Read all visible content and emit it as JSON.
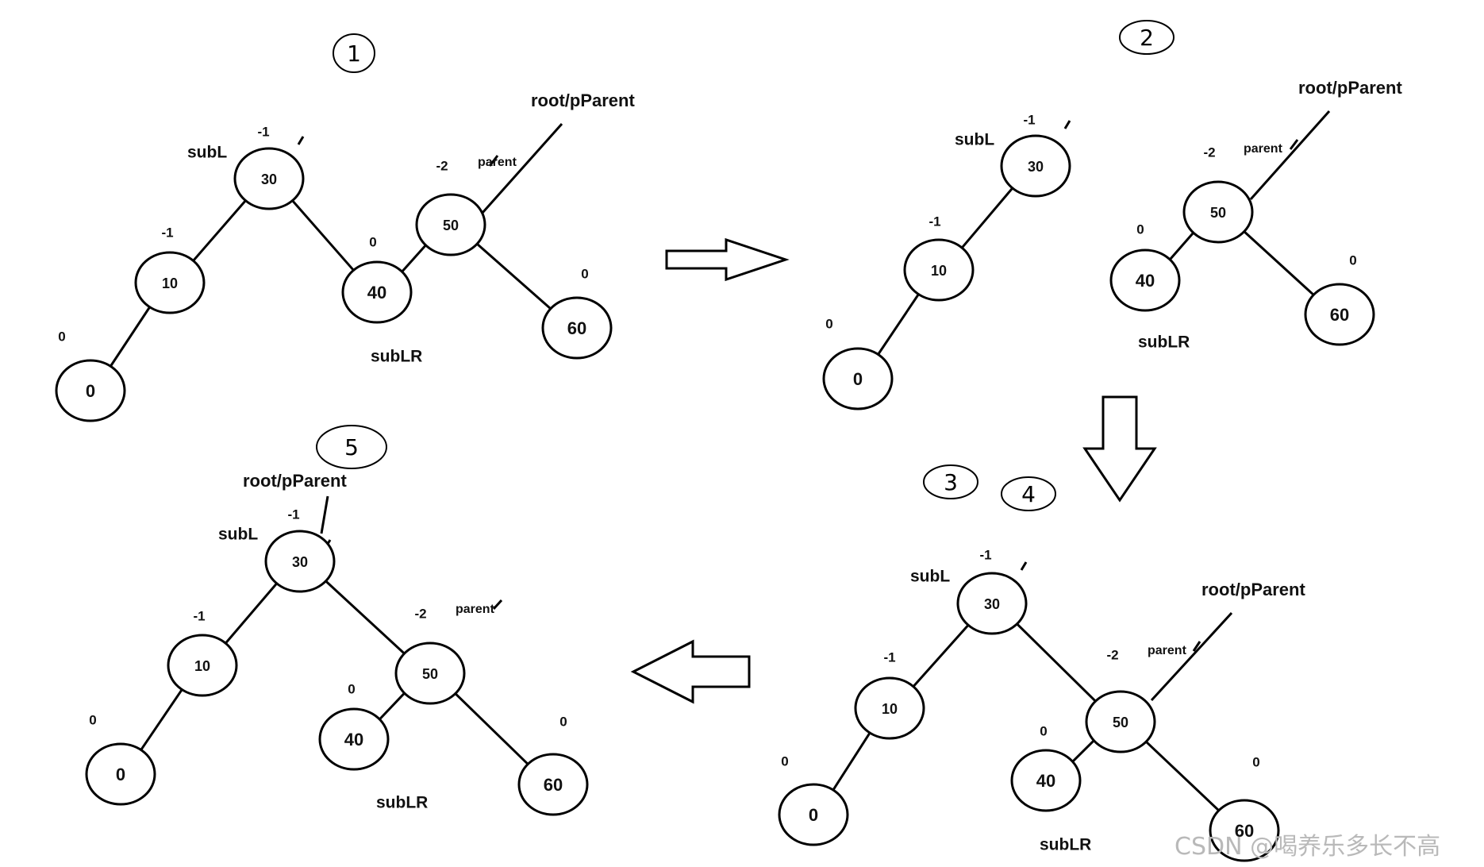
{
  "steps": [
    {
      "step": "1",
      "nodes": [
        {
          "id": "n30",
          "value": "30",
          "bf": "-1"
        },
        {
          "id": "n10",
          "value": "10",
          "bf": "-1"
        },
        {
          "id": "n0",
          "value": "0",
          "bf": "0"
        },
        {
          "id": "n40",
          "value": "40",
          "bf": "0"
        },
        {
          "id": "n50",
          "value": "50",
          "bf": "-2"
        },
        {
          "id": "n60",
          "value": "60",
          "bf": "0"
        }
      ],
      "edges": [
        [
          "n30",
          "n10"
        ],
        [
          "n10",
          "n0"
        ],
        [
          "n30",
          "n40"
        ],
        [
          "n40",
          "n50"
        ],
        [
          "n50",
          "n60"
        ]
      ],
      "labels": {
        "subL": "subL",
        "subLR": "subLR",
        "parent": "parent",
        "root": "root/pParent"
      }
    },
    {
      "step": "2",
      "nodes": [
        {
          "id": "n30",
          "value": "30",
          "bf": "-1"
        },
        {
          "id": "n10",
          "value": "10",
          "bf": "-1"
        },
        {
          "id": "n0",
          "value": "0",
          "bf": "0"
        },
        {
          "id": "n50",
          "value": "50",
          "bf": "-2"
        },
        {
          "id": "n40",
          "value": "40",
          "bf": "0"
        },
        {
          "id": "n60",
          "value": "60",
          "bf": "0"
        }
      ],
      "edges": [
        [
          "n30",
          "n10"
        ],
        [
          "n10",
          "n0"
        ],
        [
          "n50",
          "n40"
        ],
        [
          "n50",
          "n60"
        ]
      ],
      "labels": {
        "subL": "subL",
        "subLR": "subLR",
        "parent": "parent",
        "root": "root/pParent"
      }
    },
    {
      "step": "3 4",
      "nodes": [
        {
          "id": "n30",
          "value": "30",
          "bf": "-1"
        },
        {
          "id": "n10",
          "value": "10",
          "bf": "-1"
        },
        {
          "id": "n0",
          "value": "0",
          "bf": "0"
        },
        {
          "id": "n50",
          "value": "50",
          "bf": "-2"
        },
        {
          "id": "n40",
          "value": "40",
          "bf": "0"
        },
        {
          "id": "n60",
          "value": "60",
          "bf": "0"
        }
      ],
      "edges": [
        [
          "n30",
          "n10"
        ],
        [
          "n10",
          "n0"
        ],
        [
          "n30",
          "n50"
        ],
        [
          "n50",
          "n40"
        ],
        [
          "n50",
          "n60"
        ]
      ],
      "labels": {
        "subL": "subL",
        "subLR": "subLR",
        "parent": "parent",
        "root": "root/pParent"
      }
    },
    {
      "step": "5",
      "nodes": [
        {
          "id": "n30",
          "value": "30",
          "bf": "-1"
        },
        {
          "id": "n10",
          "value": "10",
          "bf": "-1"
        },
        {
          "id": "n0",
          "value": "0",
          "bf": "0"
        },
        {
          "id": "n50",
          "value": "50",
          "bf": "-2"
        },
        {
          "id": "n40",
          "value": "40",
          "bf": "0"
        },
        {
          "id": "n60",
          "value": "60",
          "bf": "0"
        }
      ],
      "edges": [
        [
          "n30",
          "n10"
        ],
        [
          "n10",
          "n0"
        ],
        [
          "n30",
          "n50"
        ],
        [
          "n50",
          "n40"
        ],
        [
          "n50",
          "n60"
        ]
      ],
      "labels": {
        "subL": "subL",
        "subLR": "subLR",
        "parent": "parent",
        "root": "root/pParent"
      }
    }
  ],
  "watermark": "CSDN @喝养乐多长不高"
}
